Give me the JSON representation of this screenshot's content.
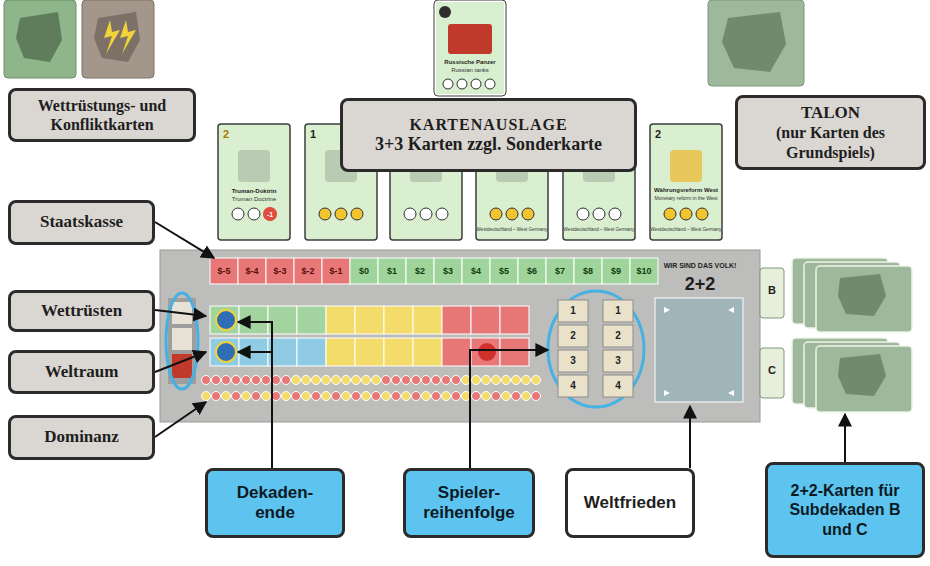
{
  "diagram": {
    "nodes": [
      {
        "text": [
          "Wettrüstungs- und Konfliktkarten"
        ]
      },
      {
        "text": [
          "KARTENAUSLAGE",
          "3+3 Karten zzgl. Sonderkarte"
        ]
      },
      {
        "text": [
          "TALON",
          "(nur Karten des Grundspiels)"
        ]
      },
      {
        "text": [
          "Staatskasse"
        ]
      },
      {
        "text": [
          "Wettrüsten"
        ]
      },
      {
        "text": [
          "Weltraum"
        ]
      },
      {
        "text": [
          "Dominanz"
        ]
      },
      {
        "text": [
          "Dekaden- ende"
        ]
      },
      {
        "text": [
          "Spieler- reihenfolge"
        ]
      },
      {
        "text": [
          "Weltfrieden"
        ]
      },
      {
        "text": [
          "2+2-Karten für Subdekaden B und C"
        ]
      }
    ],
    "labels": [
      "$-5",
      "$-4",
      "$-3",
      "$-2",
      "$-1",
      "$0",
      "$1",
      "$2",
      "$3",
      "$4",
      "$5",
      "$6",
      "$7",
      "$8",
      "$9",
      "$10",
      "WIR SIND DAS VOLK!",
      "2+2",
      "1",
      "2",
      "3",
      "4",
      "1",
      "2",
      "3",
      "4",
      "B",
      "C",
      "Russische Panzer",
      "Russian tanks",
      "2",
      "Truman-Doktrin",
      "Truman Doctrine",
      "-1",
      "1",
      "2",
      "Währungsreform West",
      "Monetary reform in the West",
      "Westdeutschland – West Germany",
      "Westdeutschland – West Germany",
      "Westdeutschland – West Germany"
    ]
  }
}
